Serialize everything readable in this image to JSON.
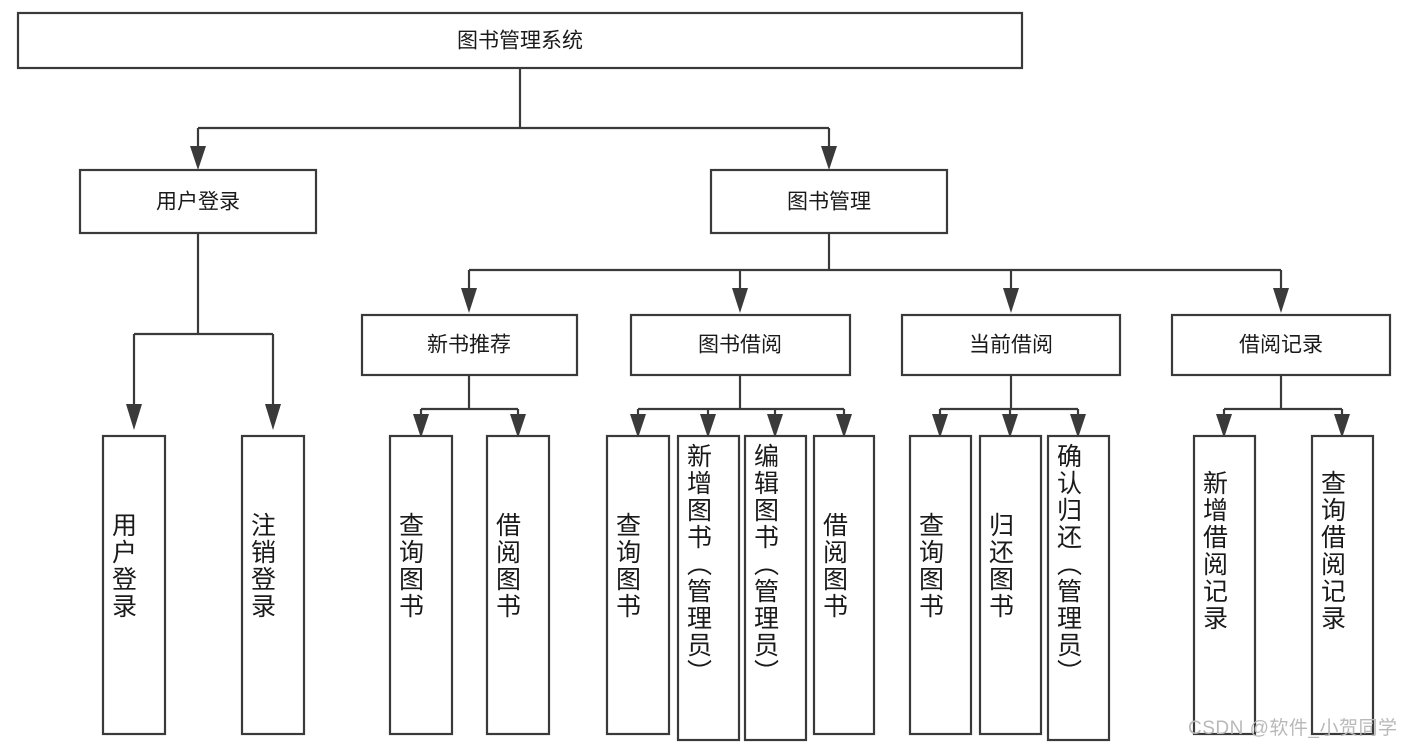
{
  "diagram": {
    "type": "tree",
    "title": "图书管理系统",
    "watermark": "CSDN @软件_小贺同学",
    "colors": {
      "background": "#ffffff",
      "stroke": "#3a3a3a",
      "text": "#1a1a1a",
      "watermark": "#b9b9b9"
    },
    "root": {
      "label": "图书管理系统"
    },
    "level2": [
      {
        "label": "用户登录"
      },
      {
        "label": "图书管理"
      }
    ],
    "level3": [
      {
        "label": "新书推荐"
      },
      {
        "label": "图书借阅"
      },
      {
        "label": "当前借阅"
      },
      {
        "label": "借阅记录"
      }
    ],
    "leaves": [
      {
        "label": "用户登录",
        "parent": "用户登录"
      },
      {
        "label": "注销登录",
        "parent": "用户登录"
      },
      {
        "label": "查询图书",
        "parent": "新书推荐"
      },
      {
        "label": "借阅图书",
        "parent": "新书推荐"
      },
      {
        "label": "查询图书",
        "parent": "图书借阅"
      },
      {
        "label": "新增图书（管理员）",
        "parent": "图书借阅"
      },
      {
        "label": "编辑图书（管理员）",
        "parent": "图书借阅"
      },
      {
        "label": "借阅图书",
        "parent": "图书借阅"
      },
      {
        "label": "查询图书",
        "parent": "当前借阅"
      },
      {
        "label": "归还图书",
        "parent": "当前借阅"
      },
      {
        "label": "确认归还（管理员）",
        "parent": "当前借阅"
      },
      {
        "label": "新增借阅记录",
        "parent": "借阅记录"
      },
      {
        "label": "查询借阅记录",
        "parent": "借阅记录"
      }
    ]
  }
}
